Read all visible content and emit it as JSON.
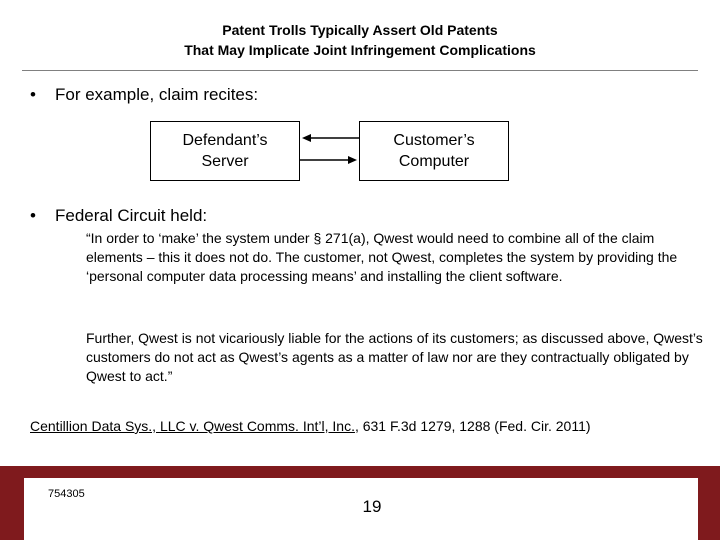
{
  "slide": {
    "title_lines": [
      "Patent Trolls Typically Assert Old Patents",
      "That May Implicate Joint Infringement Complications"
    ],
    "bullets": [
      {
        "symbol": "•",
        "text": "For example, claim recites:"
      },
      {
        "symbol": "•",
        "text": "Federal Circuit held:"
      }
    ],
    "diagram": {
      "left_box": {
        "lines": [
          "Defendant’s",
          "Server"
        ]
      },
      "right_box": {
        "lines": [
          "Customer’s",
          "Computer"
        ]
      }
    },
    "quote_paragraphs": [
      "“In order to ‘make’ the system under § 271(a), Qwest would need to combine all of the claim elements – this it does not do.  The customer, not Qwest, completes the system by providing the ‘personal computer data processing means’ and installing the client software.",
      "Further, Qwest is not vicariously liable for the actions of its customers; as discussed above, Qwest’s customers do not act as Qwest’s agents as a matter of law nor are they contractually obligated by Qwest to act.”"
    ],
    "citation": {
      "case_name": "Centillion Data Sys., LLC v. Qwest Comms. Int’l, Inc.",
      "reporter": ", 631 F.3d 1279, 1288 (Fed. Cir. 2011)"
    },
    "footer": {
      "doc_number": "754305",
      "page_number": "19"
    },
    "colors": {
      "footer_bar": "#7f1a1d",
      "rule": "#808080"
    }
  }
}
